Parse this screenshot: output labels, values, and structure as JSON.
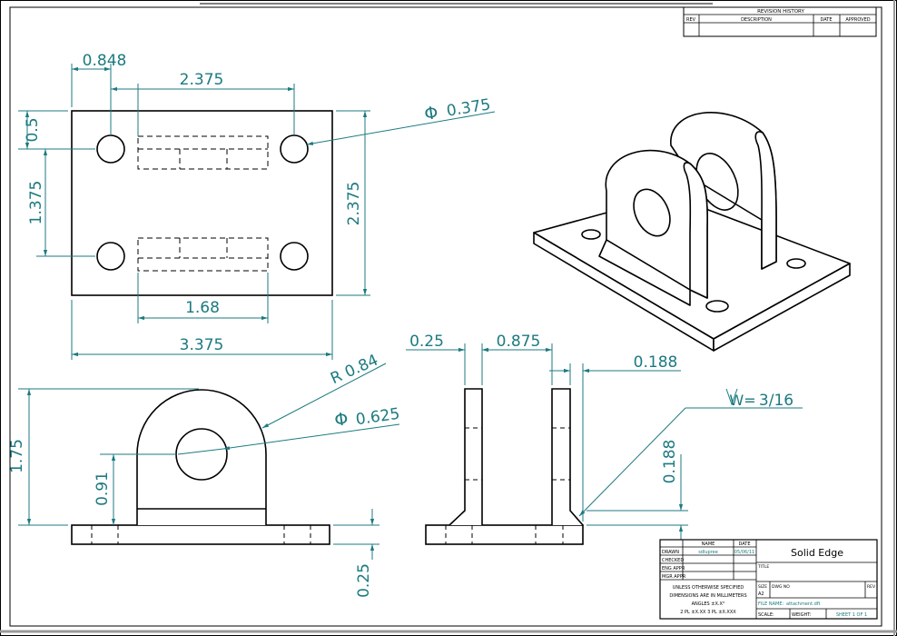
{
  "colors": {
    "object_line": "#000000",
    "dimension": "#1c7a80",
    "paper": "#ffffff"
  },
  "revision_block": {
    "title": "REVISION HISTORY",
    "columns": [
      "REV",
      "DESCRIPTION",
      "DATE",
      "APPROVED"
    ]
  },
  "top_view": {
    "dims": {
      "hole_offset_x": "0.848",
      "hole_spacing_x": "2.375",
      "hole_diameter": "0.375",
      "hole_offset_y": "0.5",
      "hole_spacing_y": "1.375",
      "plate_height": "2.375",
      "lug_span": "1.68",
      "plate_width": "3.375"
    },
    "diameter_symbol": "Φ"
  },
  "front_view": {
    "dims": {
      "lug_radius": "R 0.84",
      "lug_hole_diameter": "0.625",
      "overall_height": "1.75",
      "hole_center_height": "0.91",
      "plate_thickness": "0.25"
    },
    "diameter_symbol": "Φ"
  },
  "side_view": {
    "dims": {
      "lug_thickness": "0.25",
      "lug_gap": "0.875",
      "weld_leg_x": "0.188",
      "weld_leg_y": "0.188",
      "weld_callout": "3/16",
      "weld_prefix": "W="
    }
  },
  "title_block": {
    "header_name": "NAME",
    "header_date": "DATE",
    "rows": [
      {
        "label": "DRAWN",
        "name": "sdlupree",
        "date": "05/06/11"
      },
      {
        "label": "CHECKED",
        "name": "",
        "date": ""
      },
      {
        "label": "ENG APPR",
        "name": "",
        "date": ""
      },
      {
        "label": "MGR APPR",
        "name": "",
        "date": ""
      }
    ],
    "company": "Solid Edge",
    "title_label": "TITLE",
    "notes": [
      "UNLESS OTHERWISE SPECIFIED",
      "DIMENSIONS ARE IN MILLIMETERS",
      "ANGLES ±X.X°",
      "2 PL ±X.XX 3 PL ±X.XXX"
    ],
    "size_label": "SIZE",
    "size_value": "A2",
    "dwg_no_label": "DWG NO",
    "rev_label": "REV",
    "file_name_label": "FILE NAME:",
    "file_name_value": "attachment.dft",
    "scale_label": "SCALE:",
    "weight_label": "WEIGHT:",
    "sheet_label": "SHEET 1 OF 1"
  }
}
